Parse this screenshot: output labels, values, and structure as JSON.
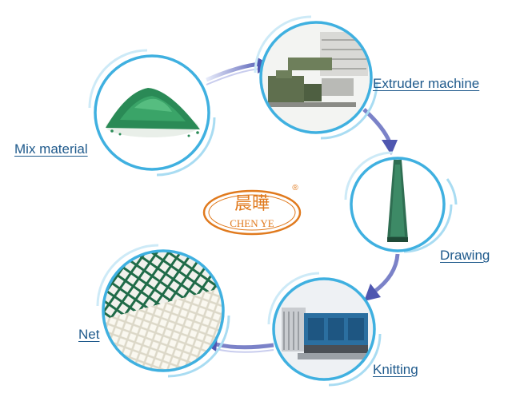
{
  "steps": {
    "mix": {
      "label": "Mix material",
      "icon": "green-pellets-icon"
    },
    "extruder": {
      "label": "Extruder machine",
      "icon": "extruder-machine-icon"
    },
    "drawing": {
      "label": "Drawing",
      "icon": "yarn-spool-icon"
    },
    "knitting": {
      "label": "Knitting",
      "icon": "knitting-machine-icon"
    },
    "net": {
      "label": "Net",
      "icon": "shade-net-icon"
    }
  },
  "logo": {
    "chinese": "晨曄",
    "english": "CHEN YE",
    "registered": "®"
  },
  "colors": {
    "ring": "#3fb0e0",
    "ring_light": "#a9dcf2",
    "arrow": "#5a62b8",
    "label": "#1f5a8c",
    "logo": "#e07a1e"
  }
}
